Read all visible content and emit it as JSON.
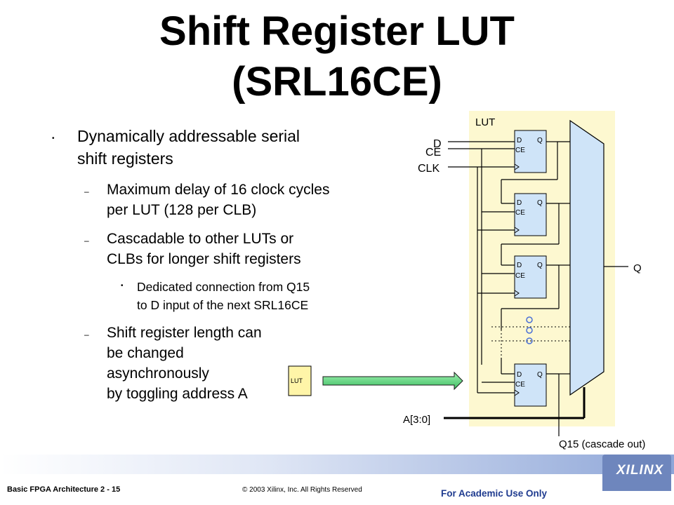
{
  "slide": {
    "title_line1": "Shift Register LUT",
    "title_line2": "(SRL16CE)"
  },
  "bullets": {
    "b1_marker": "•",
    "b1_line1": "Dynamically addressable serial",
    "b1_line2": "shift registers",
    "sub_marker": "–",
    "s1_line1": "Maximum delay of 16 clock cycles",
    "s1_line2": "per LUT (128 per CLB)",
    "s2_line1": "Cascadable to other LUTs or",
    "s2_line2": "CLBs for longer shift registers",
    "ss_marker": "•",
    "ss1_line1": "Dedicated connection from Q15",
    "ss1_line2": "to D input of the next SRL16CE",
    "s3_line1": "Shift register length can",
    "s3_line2": "be changed",
    "s3_line3": "asynchronously",
    "s3_line4": "by toggling address A"
  },
  "diagram": {
    "lut_region_label": "LUT",
    "input_d": "D",
    "input_ce": "CE",
    "input_clk": "CLK",
    "ff_d": "D",
    "ff_q": "Q",
    "ff_ce": "CE",
    "output_q": "Q",
    "address_label": "A[3:0]",
    "cascade_label": "Q15 (cascade out)",
    "small_lut_label": "LUT",
    "colors": {
      "lut_region": "#fdf8d0",
      "flipflop": "#cfe4f8",
      "small_lut": "#fff5a8",
      "arrow": "#6fdc8c"
    }
  },
  "footer": {
    "course": "Basic FPGA Architecture  2 - 15",
    "copyright": "© 2003 Xilinx, Inc. All Rights Reserved",
    "usage": "For Academic Use Only",
    "logo": "XILINX"
  }
}
